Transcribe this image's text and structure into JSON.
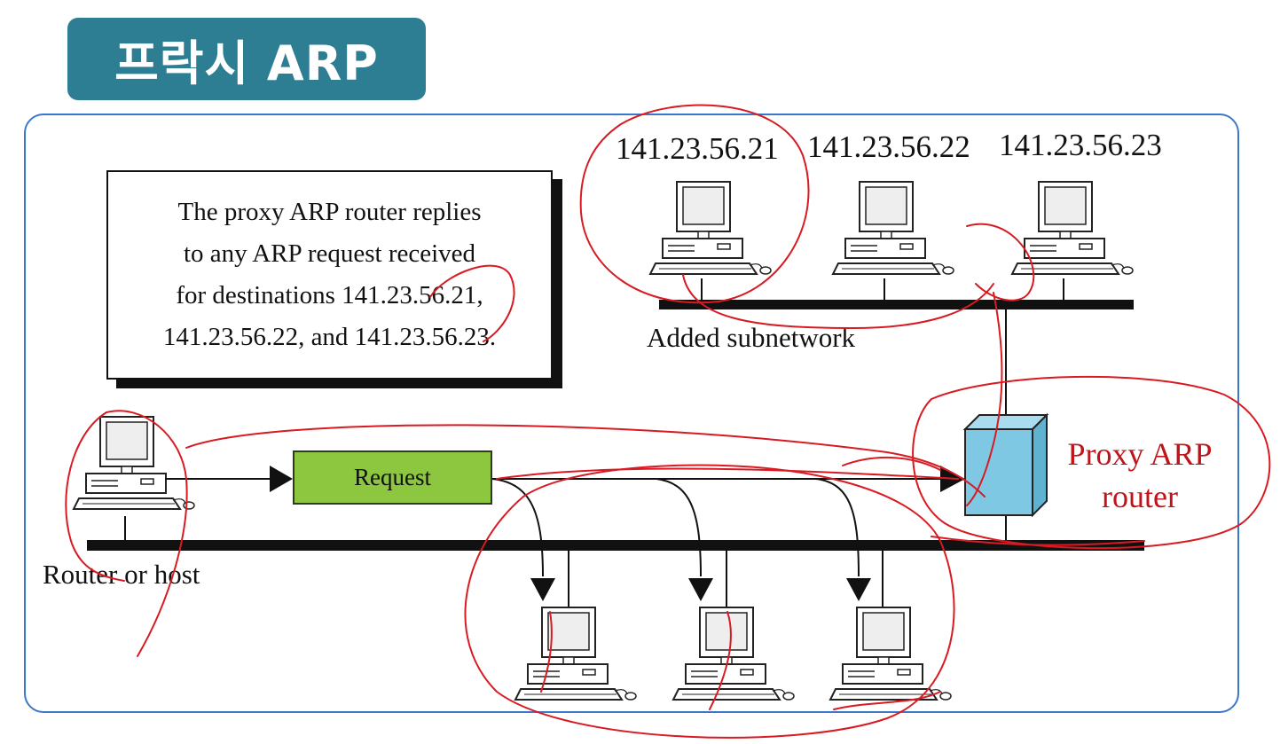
{
  "title": "프락시 ARP",
  "note_lines": [
    "The proxy ARP router replies",
    "to any ARP request received",
    "for destinations 141.23.56.21,",
    "141.23.56.22, and 141.23.56.23."
  ],
  "added_hosts": [
    "141.23.56.21",
    "141.23.56.22",
    "141.23.56.23"
  ],
  "added_subnet_label": "Added subnetwork",
  "router_host_label": "Router or host",
  "request_label": "Request",
  "proxy_label_line1": "Proxy ARP",
  "proxy_label_line2": "router",
  "colors": {
    "title_bg": "#2e7e93",
    "frame_border": "#3b78c9",
    "request_box": "#8dc63f",
    "router_box": "#7ec8e3",
    "proxy_label": "#c0141a",
    "annotation": "#d81b22"
  }
}
